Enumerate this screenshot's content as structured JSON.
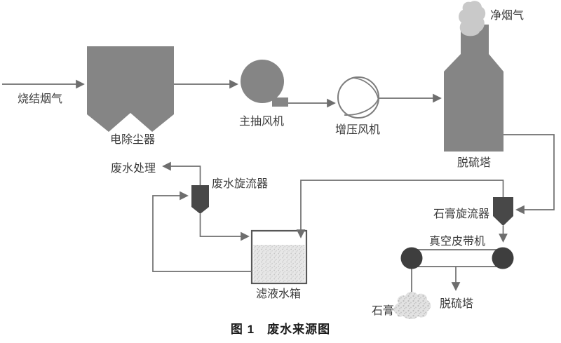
{
  "figure": {
    "caption": "图 1　废水来源图"
  },
  "nodes": {
    "sinter_flue_gas": "烧结烟气",
    "esp": "电除尘器",
    "main_fan": "主抽风机",
    "booster_fan": "增压风机",
    "clean_flue_gas": "净烟气",
    "desulf_tower": "脱硫塔",
    "wastewater_treatment": "废水处理",
    "wastewater_cyclone": "废水旋流器",
    "gypsum_cyclone": "石膏旋流器",
    "vacuum_belt": "真空皮带机",
    "filtrate_tank": "滤液水箱",
    "gypsum": "石膏",
    "belt_to_tower": "脱硫塔"
  },
  "colors": {
    "equipment_gray": "#858585",
    "cyclone_dark": "#484848",
    "pulley_dark": "#3e3e3e",
    "line_gray": "#6e6e6e",
    "smoke_gray": "#c9c9c9",
    "liquid_gray": "#e4e4e4",
    "text_color": "#3a3a3a",
    "background": "#ffffff"
  }
}
